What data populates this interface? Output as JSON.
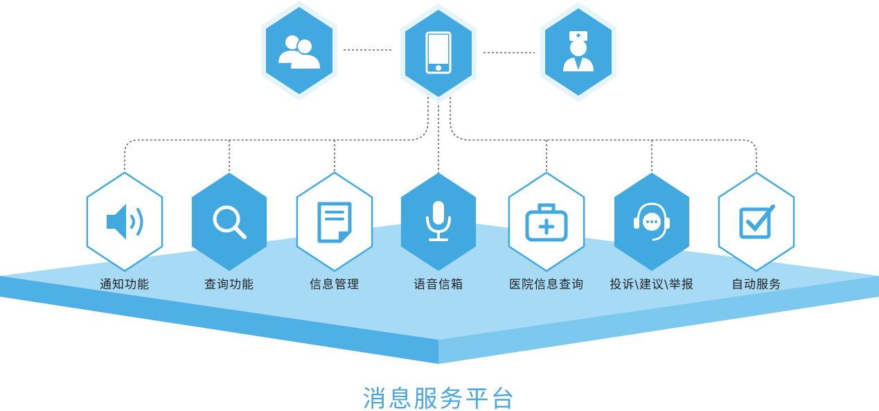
{
  "title": "消息服务平台",
  "colors": {
    "primary": "#42a9e0",
    "light_border": "#e6f4fb",
    "platform_top": "#a6daf5",
    "platform_front": "#4fb0e6"
  },
  "top_nodes": [
    {
      "icon": "users-icon",
      "name": "users"
    },
    {
      "icon": "mobile-phone-icon",
      "name": "mobile"
    },
    {
      "icon": "nurse-icon",
      "name": "nurse"
    }
  ],
  "features": [
    {
      "label": "通知功能",
      "icon": "speaker-icon",
      "filled": false
    },
    {
      "label": "查询功能",
      "icon": "search-icon",
      "filled": true
    },
    {
      "label": "信息管理",
      "icon": "document-icon",
      "filled": false
    },
    {
      "label": "语音信箱",
      "icon": "microphone-icon",
      "filled": true
    },
    {
      "label": "医院信息查询",
      "icon": "medical-kit-icon",
      "filled": false
    },
    {
      "label": "投诉\\建议\\举报",
      "icon": "headset-chat-icon",
      "filled": true
    },
    {
      "label": "自动服务",
      "icon": "checkbox-icon",
      "filled": false
    }
  ]
}
